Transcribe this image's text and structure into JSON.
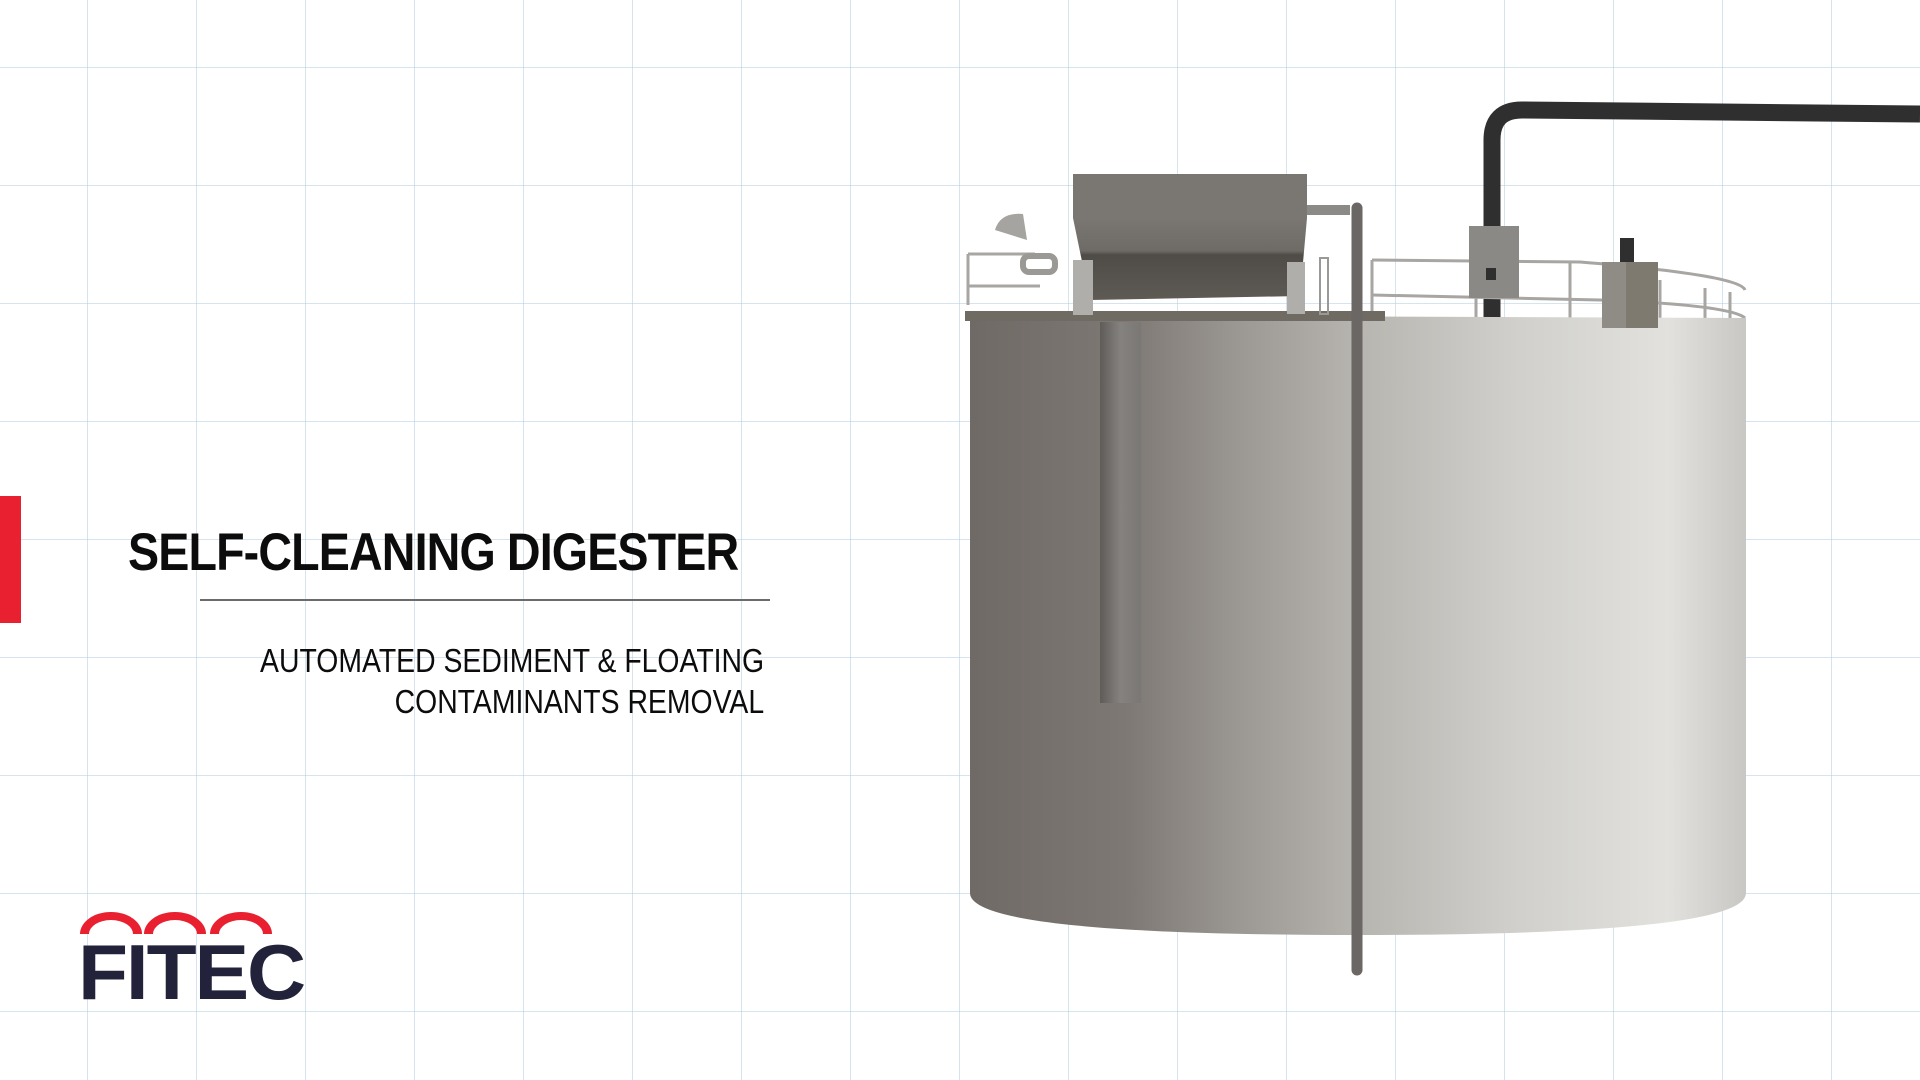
{
  "slide": {
    "title": "SELF-CLEANING DIGESTER",
    "subtitle_line1": "AUTOMATED SEDIMENT & FLOATING",
    "subtitle_line2": "CONTAMINANTS REMOVAL"
  },
  "logo": {
    "text": "FITEC",
    "arch_color": "#e8202f",
    "text_color": "#22233a"
  },
  "colors": {
    "accent": "#e8202f",
    "grid": "#b4cde1",
    "tank_dark": "#77726d",
    "tank_light": "#e2e1dd",
    "pipe": "#2f2f2f"
  },
  "illustration": {
    "subject": "digester-tank",
    "parts": [
      "tank-body",
      "rotary-screen",
      "railing",
      "vertical-pipe",
      "inlet-pipe",
      "sensor-box",
      "control-box"
    ]
  }
}
